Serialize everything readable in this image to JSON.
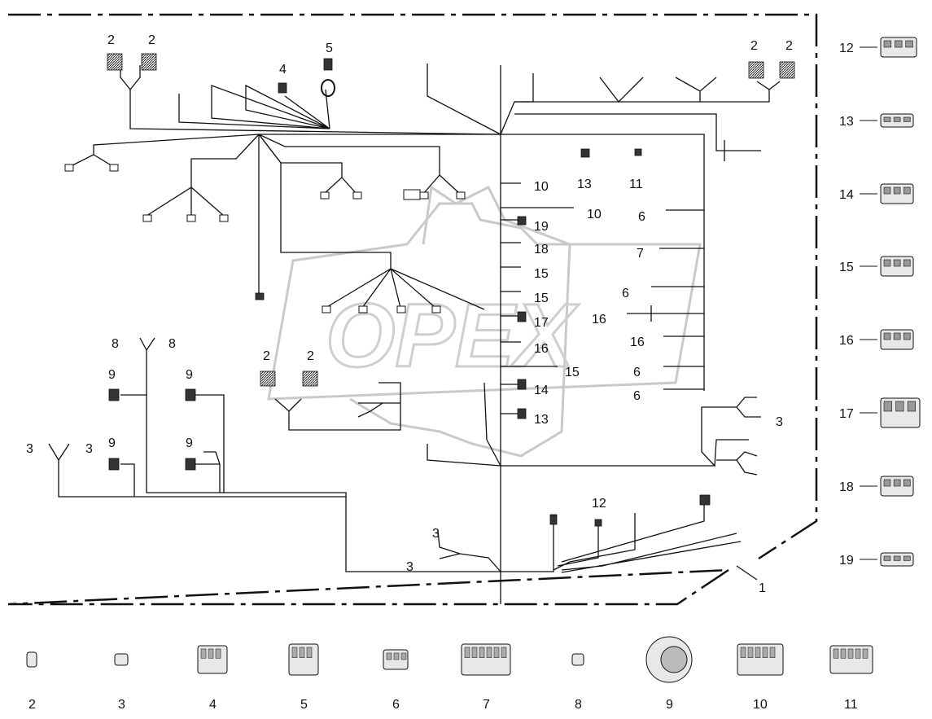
{
  "watermark": "OPEX",
  "harness_callout": "1",
  "legend_right": [
    {
      "num": "12",
      "icon": "connector-12-icon"
    },
    {
      "num": "13",
      "icon": "connector-13-icon"
    },
    {
      "num": "14",
      "icon": "connector-14-icon"
    },
    {
      "num": "15",
      "icon": "connector-15-icon"
    },
    {
      "num": "16",
      "icon": "connector-16-icon"
    },
    {
      "num": "17",
      "icon": "connector-17-icon"
    },
    {
      "num": "18",
      "icon": "connector-18-icon"
    },
    {
      "num": "19",
      "icon": "connector-19-icon"
    }
  ],
  "legend_bottom": [
    {
      "num": "2",
      "icon": "connector-2-icon"
    },
    {
      "num": "3",
      "icon": "connector-3-icon"
    },
    {
      "num": "4",
      "icon": "connector-4-icon"
    },
    {
      "num": "5",
      "icon": "connector-5-icon"
    },
    {
      "num": "6",
      "icon": "connector-6-icon"
    },
    {
      "num": "7",
      "icon": "connector-7-icon"
    },
    {
      "num": "8",
      "icon": "connector-8-icon"
    },
    {
      "num": "9",
      "icon": "round-connector-9-icon"
    },
    {
      "num": "10",
      "icon": "connector-10-icon"
    },
    {
      "num": "11",
      "icon": "connector-11-icon"
    }
  ],
  "callouts": [
    "2",
    "2",
    "4",
    "5",
    "2",
    "2",
    "13",
    "11",
    "10",
    "10",
    "6",
    "19",
    "18",
    "7",
    "15",
    "15",
    "6",
    "17",
    "16",
    "16",
    "16",
    "15",
    "6",
    "14",
    "6",
    "13",
    "3",
    "8",
    "8",
    "9",
    "9",
    "9",
    "9",
    "3",
    "3",
    "2",
    "2",
    "12",
    "3",
    "3"
  ]
}
